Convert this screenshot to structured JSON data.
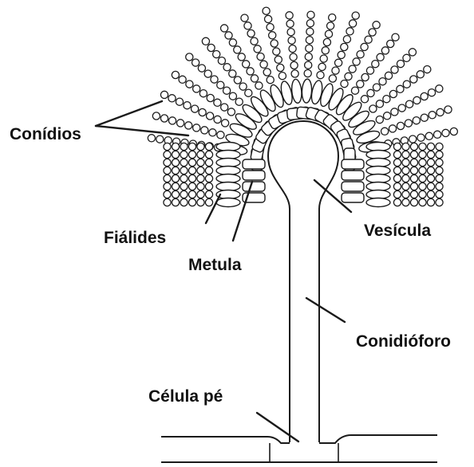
{
  "diagram": {
    "labels": {
      "conidios": "Conídios",
      "fialides": "Fiálides",
      "metula": "Metula",
      "vesicula": "Vesícula",
      "conidioforo": "Conidióforo",
      "celula_pe": "Célula pé"
    },
    "colors": {
      "ink": "#1a1a1a",
      "background": "#ffffff"
    }
  }
}
